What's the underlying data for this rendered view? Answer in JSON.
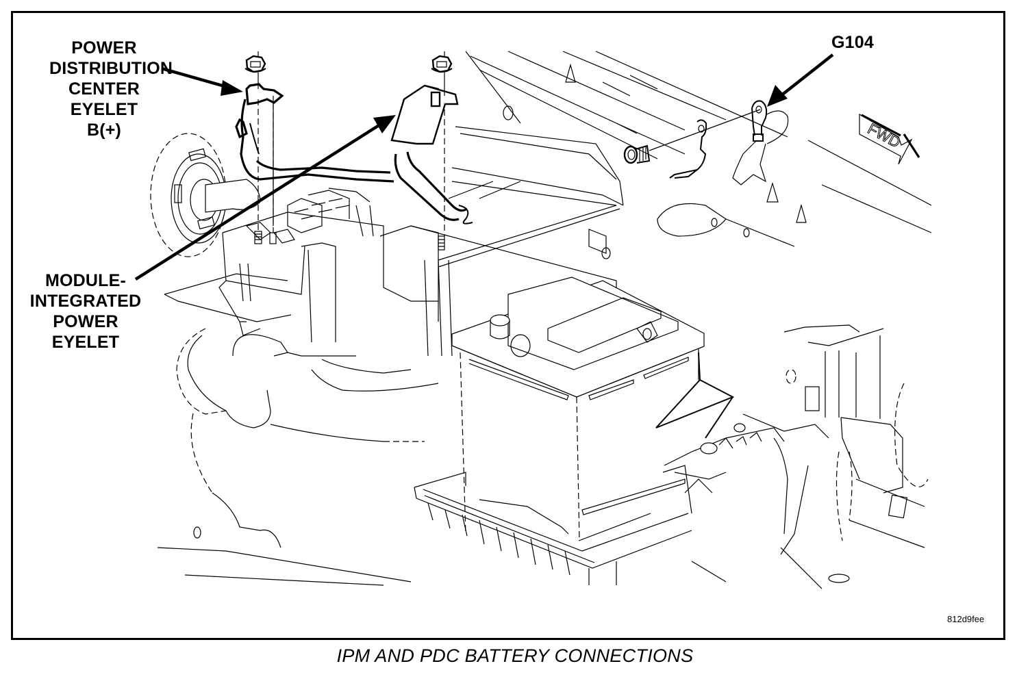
{
  "figure": {
    "caption": "IPM AND PDC BATTERY CONNECTIONS",
    "figure_id": "812d9fee"
  },
  "callouts": {
    "pdc_eyelet": {
      "lines": [
        "POWER",
        "DISTRIBUTION",
        "CENTER",
        "EYELET",
        "B(+)"
      ]
    },
    "ipm_eyelet": {
      "lines": [
        "MODULE-",
        "INTEGRATED",
        "POWER",
        "EYELET"
      ]
    },
    "ground": {
      "lines": [
        "G104"
      ]
    }
  },
  "orientation": {
    "label": "FWD",
    "icon": "forward-arrow-icon"
  },
  "components": [
    "power-distribution-center",
    "integrated-power-module",
    "battery",
    "battery-tray",
    "b-plus-cable",
    "ground-eyelet-g104",
    "ground-bolt",
    "eyelet-nuts"
  ]
}
